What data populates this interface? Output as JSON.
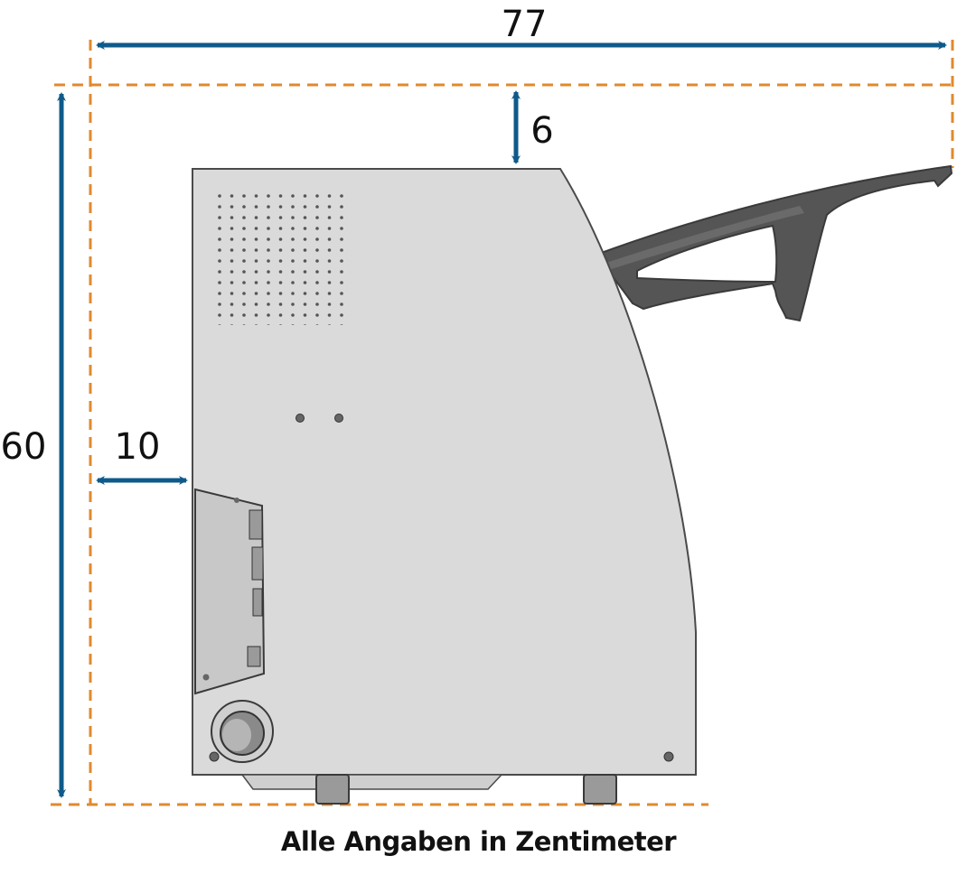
{
  "dimensions": {
    "width": "77",
    "height": "60",
    "top_clearance": "6",
    "side_clearance": "10"
  },
  "caption": "Alle Angaben in Zentimeter",
  "colors": {
    "clearance_line": "#E08A2E",
    "dimension_arrow": "#0E5A8A",
    "device_body": "#DADADA",
    "device_outline": "#4A4A4A",
    "lid": "#555555"
  }
}
